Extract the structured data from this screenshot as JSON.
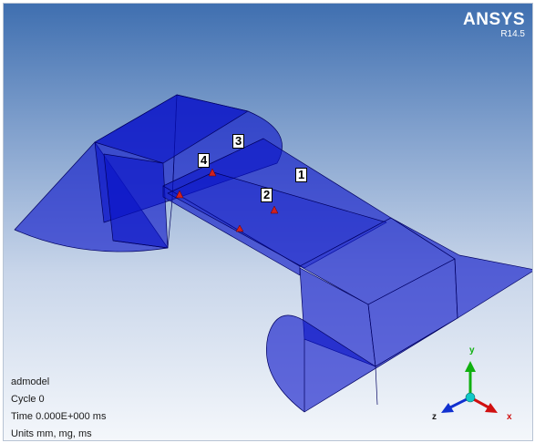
{
  "logo": {
    "brand": "ANSYS",
    "version": "R14.5"
  },
  "probes": [
    "1",
    "2",
    "3",
    "4"
  ],
  "info": {
    "model": "admodel",
    "cycle": "Cycle 0",
    "time": "Time 0.000E+000 ms",
    "units": "Units mm, mg, ms"
  },
  "triad": {
    "y_label": "y",
    "z_label": "z",
    "x_label": "x"
  },
  "colors": {
    "model_fill": "#0a14c8",
    "model_edge": "#000060",
    "x_axis": "#d01010",
    "y_axis": "#10b010",
    "z_axis": "#1030d0",
    "triad_center": "#10c8c8"
  }
}
